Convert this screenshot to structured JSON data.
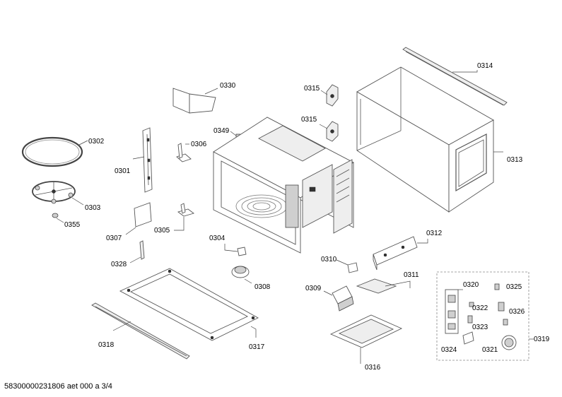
{
  "parts": [
    {
      "id": "p0314",
      "label": "0314"
    },
    {
      "id": "p0330",
      "label": "0330"
    },
    {
      "id": "p0315a",
      "label": "0315"
    },
    {
      "id": "p0315b",
      "label": "0315"
    },
    {
      "id": "p0349",
      "label": "0349"
    },
    {
      "id": "p0302",
      "label": "0302"
    },
    {
      "id": "p0306",
      "label": "0306"
    },
    {
      "id": "p0301",
      "label": "0301"
    },
    {
      "id": "p0313",
      "label": "0313"
    },
    {
      "id": "p0303",
      "label": "0303"
    },
    {
      "id": "p0355",
      "label": "0355"
    },
    {
      "id": "p0307",
      "label": "0307"
    },
    {
      "id": "p0305",
      "label": "0305"
    },
    {
      "id": "p0312",
      "label": "0312"
    },
    {
      "id": "p0304",
      "label": "0304"
    },
    {
      "id": "p0328",
      "label": "0328"
    },
    {
      "id": "p0310",
      "label": "0310"
    },
    {
      "id": "p0311",
      "label": "0311"
    },
    {
      "id": "p0308",
      "label": "0308"
    },
    {
      "id": "p0320",
      "label": "0320"
    },
    {
      "id": "p0325",
      "label": "0325"
    },
    {
      "id": "p0309",
      "label": "0309"
    },
    {
      "id": "p0322",
      "label": "0322"
    },
    {
      "id": "p0326",
      "label": "0326"
    },
    {
      "id": "p0323",
      "label": "0323"
    },
    {
      "id": "p0319",
      "label": "0319"
    },
    {
      "id": "p0318",
      "label": "0318"
    },
    {
      "id": "p0317",
      "label": "0317"
    },
    {
      "id": "p0324",
      "label": "0324"
    },
    {
      "id": "p0321",
      "label": "0321"
    },
    {
      "id": "p0316",
      "label": "0316"
    }
  ],
  "footer": "58300000231806 aet 000 a 3/4"
}
